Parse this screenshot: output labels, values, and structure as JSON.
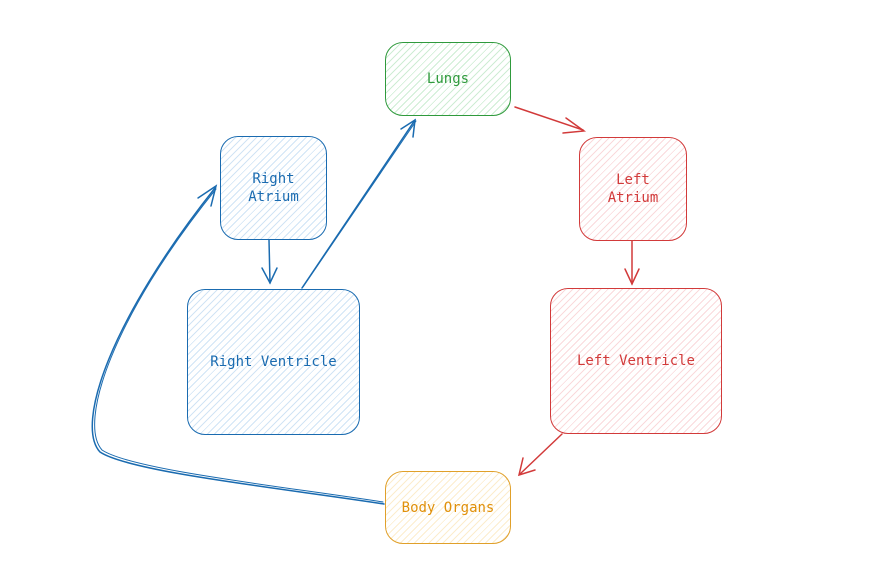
{
  "nodes": {
    "lungs": "Lungs",
    "right_atrium": "Right\nAtrium",
    "left_atrium": "Left\nAtrium",
    "right_ventricle": "Right Ventricle",
    "left_ventricle": "Left Ventricle",
    "body_organs": "Body Organs"
  },
  "colors": {
    "right_side": "#1a6bb0",
    "lungs": "#2f9a3c",
    "left_side": "#d23a3a",
    "body": "#e0a02a"
  },
  "edges": [
    {
      "from": "Right Atrium",
      "to": "Right Ventricle"
    },
    {
      "from": "Right Ventricle",
      "to": "Lungs"
    },
    {
      "from": "Lungs",
      "to": "Left Atrium"
    },
    {
      "from": "Left Atrium",
      "to": "Left Ventricle"
    },
    {
      "from": "Left Ventricle",
      "to": "Body Organs"
    },
    {
      "from": "Body Organs",
      "to": "Right Atrium"
    }
  ]
}
